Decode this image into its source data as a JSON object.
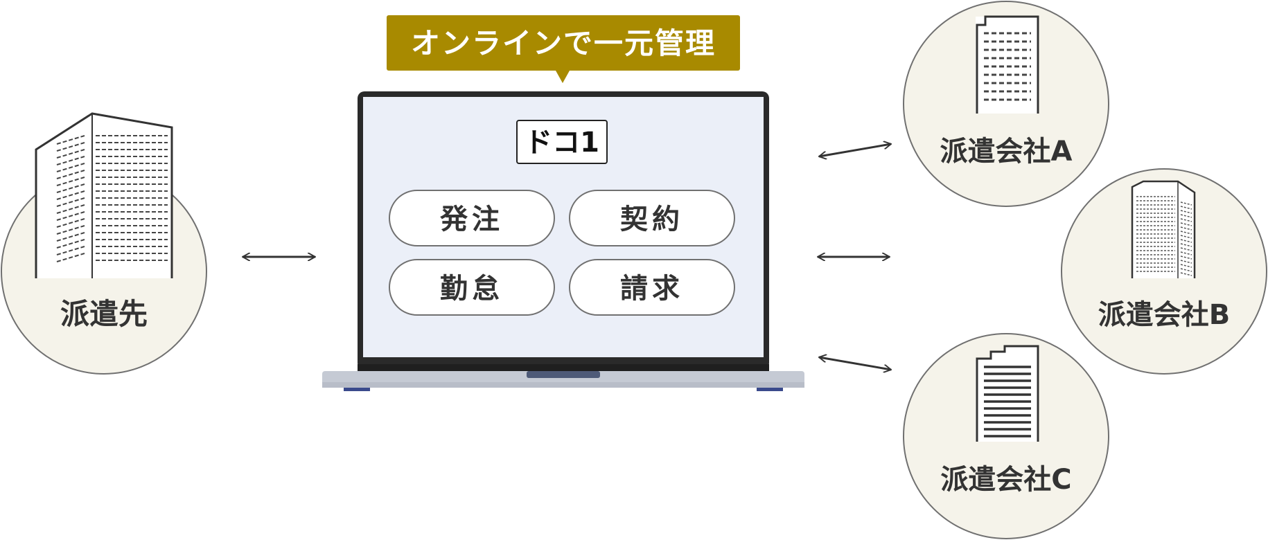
{
  "colors": {
    "banner": "#a88a00",
    "circle_fill": "#f5f3ea",
    "circle_stroke": "#707070",
    "screen_bg": "#ebeff8",
    "laptop_frame": "#2a2a2a",
    "laptop_base": "#c5cad4",
    "text": "#333333"
  },
  "banner": {
    "text": "オンラインで一元管理"
  },
  "logo": {
    "text": "ドコ1"
  },
  "menu": {
    "items": [
      {
        "label": "発注"
      },
      {
        "label": "契約"
      },
      {
        "label": "勤怠"
      },
      {
        "label": "請求"
      }
    ]
  },
  "client": {
    "label": "派遣先",
    "icon": "building-icon"
  },
  "agencies": [
    {
      "label": "派遣会社A",
      "icon": "building-icon"
    },
    {
      "label": "派遣会社B",
      "icon": "building-icon"
    },
    {
      "label": "派遣会社C",
      "icon": "building-icon"
    }
  ]
}
